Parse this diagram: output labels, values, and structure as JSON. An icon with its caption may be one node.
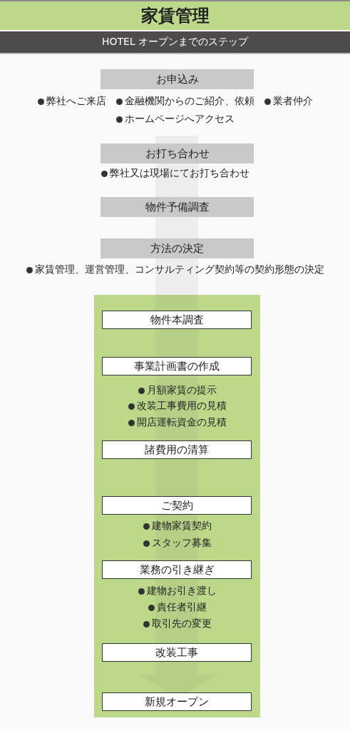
{
  "diagram": {
    "title": "家賃管理",
    "nodes": [
      {
        "text": [
          "HOTEL オープンまでのステップ"
        ]
      },
      {
        "text": [
          "お申込み"
        ],
        "beside": [
          "弊社へご来店",
          "金融機関からのご紹介、依頼",
          "業者仲介",
          "ホームページへアクセス"
        ]
      },
      {
        "text": [
          "お打ち合わせ"
        ],
        "beside": [
          "弊社又は現場にてお打ち合わせ"
        ]
      },
      {
        "text": [
          "物件予備調査"
        ]
      },
      {
        "text": [
          "方法の決定"
        ],
        "beside": [
          "家賃管理、運営管理、コンサルティング契約等の契約形態の決定"
        ]
      },
      {
        "text": [],
        "shape": "box"
      },
      {
        "text": [
          "物件本調査"
        ],
        "in": 5
      },
      {
        "text": [
          "事業計画書の作成"
        ],
        "in": 5,
        "beside": [
          "月額家賃の提示",
          "改装工事費用の見積",
          "開店運転資金の見積"
        ]
      },
      {
        "text": [
          "諸費用の清算"
        ],
        "in": 5
      },
      {
        "text": [
          "ご契約"
        ],
        "in": 5,
        "beside": [
          "建物家賃契約",
          "スタッフ募集"
        ]
      },
      {
        "text": [
          "業務の引き継ぎ"
        ],
        "in": 5,
        "beside": [
          "建物お引き渡し",
          "責任者引継",
          "取引先の変更"
        ]
      },
      {
        "text": [
          "改装工事"
        ],
        "in": 5
      },
      {
        "text": [
          "新規オープン"
        ],
        "in": 5
      }
    ]
  }
}
